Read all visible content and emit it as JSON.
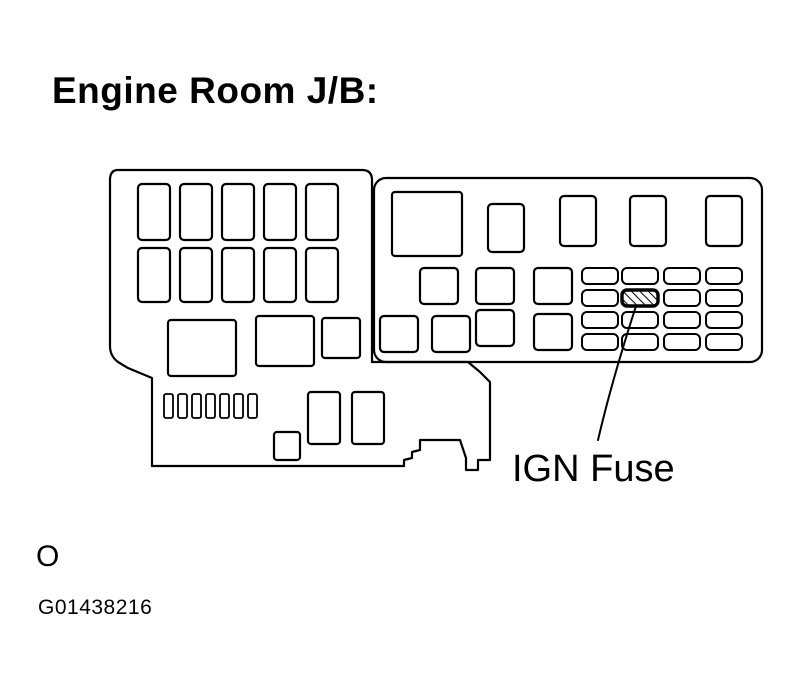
{
  "title": "Engine Room J/B:",
  "callout": {
    "label": "IGN Fuse",
    "highlighted_fuse": "IGN"
  },
  "footer": {
    "mark": "O",
    "figure_id": "G01438216"
  },
  "colors": {
    "ink": "#000000",
    "background": "#ffffff"
  }
}
